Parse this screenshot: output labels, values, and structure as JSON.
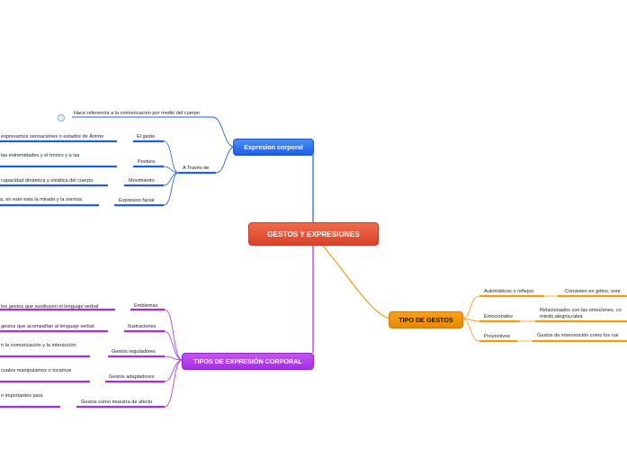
{
  "central": {
    "label": "GESTOS Y EXPRESIONES"
  },
  "expresion_corporal": {
    "label": "Expresion corporal",
    "definition": "Hace referencia a la comunicacion por medio del cuerpo",
    "info_icon": "info-icon",
    "a_traves": {
      "label": "A Través de",
      "items": [
        {
          "label": "El gesto",
          "detail": "expresamos sensaciones o estados de Ánimo"
        },
        {
          "label": "Postura",
          "detail": "las extremidades y el tronco y a las"
        },
        {
          "label": "Movimiento",
          "detail": "capacidad dinámica y estática del cuerpo"
        },
        {
          "label": "Expresion facial",
          "detail": "a, en este esta la mirada y la sonrisa"
        }
      ]
    }
  },
  "tipos_expresion": {
    "label": "TIPOS DE EXPRESIÓN CORPORAL",
    "items": [
      {
        "label": "Emblemas",
        "detail": "los gestos que sustituyen el lenguaje verbal"
      },
      {
        "label": "Ilustraciones",
        "detail": "gestos que acompañan al lenguaje verbal"
      },
      {
        "label": "Gestos reguladores",
        "detail": "n la comunicación y la interacción"
      },
      {
        "label": "Gestos adaptadores",
        "detail": "cuales manipulamos o tocamos"
      },
      {
        "label": "Gestos como muestra de afecto",
        "detail": "n importantes para"
      }
    ]
  },
  "tipo_gestos": {
    "label": "TIPO DE GESTOS",
    "items": [
      {
        "label": "Automáticos o reflejos",
        "detail": "Consisten en gritos, sonr"
      },
      {
        "label": "Emocionales",
        "detail": "Relacionados con las emociones, co",
        "detail2": "miedo,alegria,rabia"
      },
      {
        "label": "Proyectivos",
        "detail": "Gestos de intervención como los rue"
      }
    ]
  },
  "colors": {
    "blue": "#1f5fe0",
    "purple": "#a42fe0",
    "orange": "#f29a12",
    "red": "#e0492e"
  }
}
